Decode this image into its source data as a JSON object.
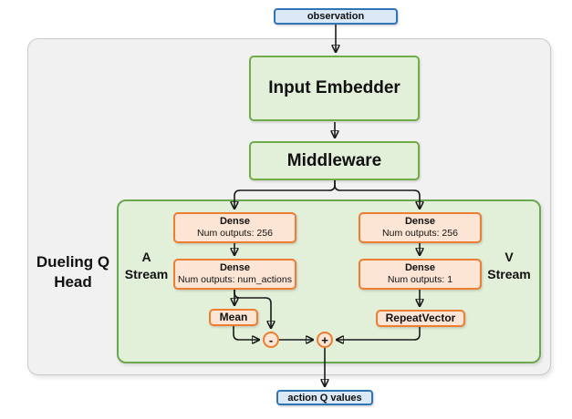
{
  "diagram": {
    "title_semantic": "Dueling Q Head architecture diagram",
    "colors": {
      "container_fill": "#f1f1f2",
      "container_border": "#c9c9c9",
      "green_fill": "#e2efd9",
      "green_border": "#70ad47",
      "orange_fill": "#fce5d5",
      "orange_border": "#ed7d31",
      "blue_fill": "#dbe8f6",
      "blue_border": "#2e75b6",
      "line": "#1a1a1a"
    },
    "nodes": {
      "observation": {
        "label": "observation"
      },
      "input_embedder": {
        "label": "Input Embedder"
      },
      "middleware": {
        "label": "Middleware"
      },
      "dueling_head": {
        "line1": "Dueling Q",
        "line2": "Head"
      },
      "a_stream": {
        "line1": "A",
        "line2": "Stream"
      },
      "v_stream": {
        "line1": "V",
        "line2": "Stream"
      },
      "a_dense_1": {
        "title": "Dense",
        "subtitle": "Num outputs: 256"
      },
      "a_dense_2": {
        "title": "Dense",
        "subtitle": "Num outputs: num_actions"
      },
      "v_dense_1": {
        "title": "Dense",
        "subtitle": "Num outputs: 256"
      },
      "v_dense_2": {
        "title": "Dense",
        "subtitle": "Num outputs: 1"
      },
      "mean": {
        "label": "Mean"
      },
      "repeat_vector": {
        "label": "RepeatVector"
      },
      "minus_op": {
        "label": "-"
      },
      "plus_op": {
        "label": "+"
      },
      "action_q_values": {
        "label": "action Q values"
      }
    }
  }
}
